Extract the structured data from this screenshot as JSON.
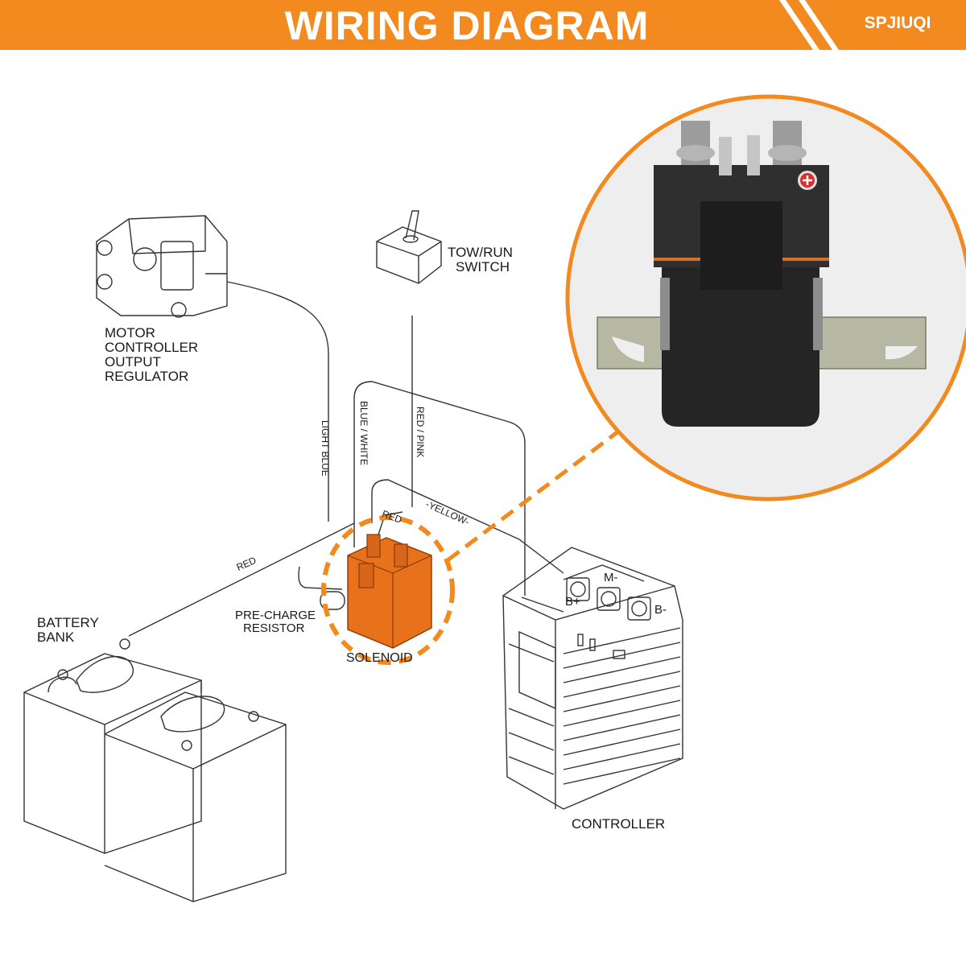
{
  "header": {
    "title": "WIRING DIAGRAM",
    "brand": "SPJIUQI"
  },
  "labels": {
    "tow_run_switch": [
      "TOW/RUN",
      "SWITCH"
    ],
    "motor_controller": [
      "MOTOR",
      "CONTROLLER",
      "OUTPUT",
      "REGULATOR"
    ],
    "battery_bank": [
      "BATTERY",
      "BANK"
    ],
    "pre_charge_resistor": [
      "PRE-CHARGE",
      "RESISTOR"
    ],
    "solenoid": "SOLENOID",
    "controller": "CONTROLLER",
    "terminals": {
      "b_plus": "B+",
      "m_minus": "M-",
      "b_minus": "B-"
    }
  },
  "wires": {
    "light_blue": "LIGHT BLUE",
    "blue_white": "BLUE / WHITE",
    "red_pink": "RED / PINK",
    "yellow": "-YELLOW-",
    "red_top": "RED",
    "red_main": "RED"
  },
  "colors": {
    "accent": "#f28a20",
    "solenoid_fill": "#e8721c",
    "line": "#333333"
  },
  "icons": {
    "callout_leader": "dashed-line",
    "photo": "solenoid-photo"
  }
}
